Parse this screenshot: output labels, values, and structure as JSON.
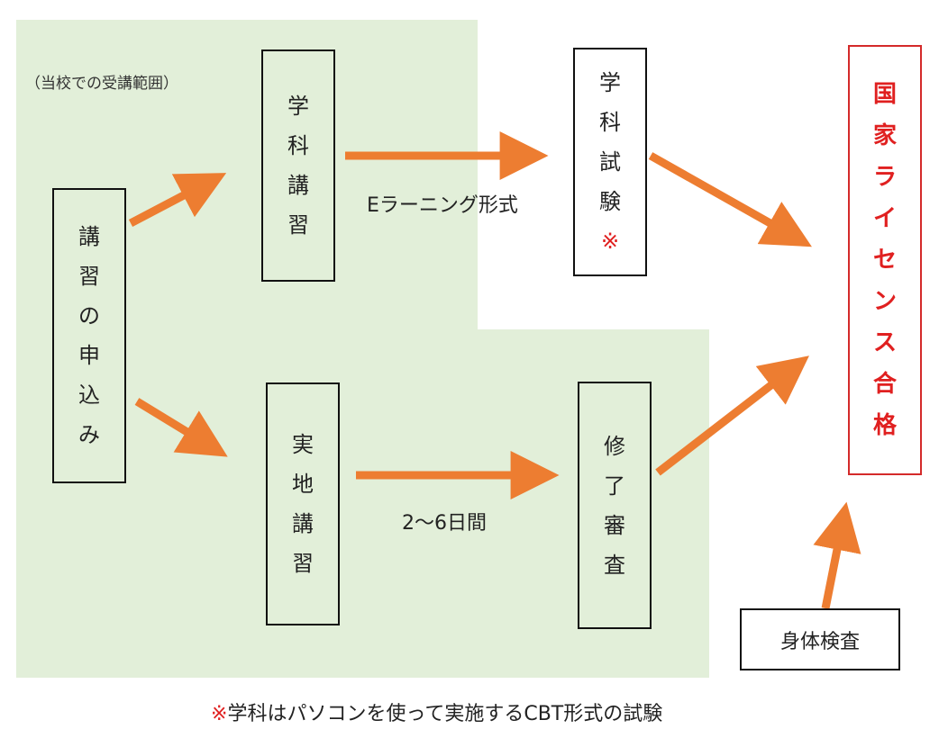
{
  "scope_label": "（当校での受講範囲）",
  "boxes": {
    "apply": [
      "講",
      "習",
      "の",
      "申",
      "込",
      "み"
    ],
    "theory_course": [
      "学",
      "科",
      "講",
      "習"
    ],
    "theory_exam": [
      "学",
      "科",
      "試",
      "験"
    ],
    "theory_exam_mark": "※",
    "practical_course": [
      "実",
      "地",
      "講",
      "習"
    ],
    "completion_review": [
      "修",
      "了",
      "審",
      "査"
    ],
    "license": [
      "国",
      "家",
      "ラ",
      "イ",
      "セ",
      "ン",
      "ス",
      "合",
      "格"
    ],
    "physical_exam": "身体検査"
  },
  "labels": {
    "elearning": "Eラーニング形式",
    "duration": "2〜6日間"
  },
  "footnote": {
    "mark": "※",
    "text": "学科はパソコンを使って実施するCBT形式の試験"
  },
  "colors": {
    "arrow": "#ed7d31",
    "scope_fill": "#e2efd9",
    "goal": "#e02020"
  }
}
